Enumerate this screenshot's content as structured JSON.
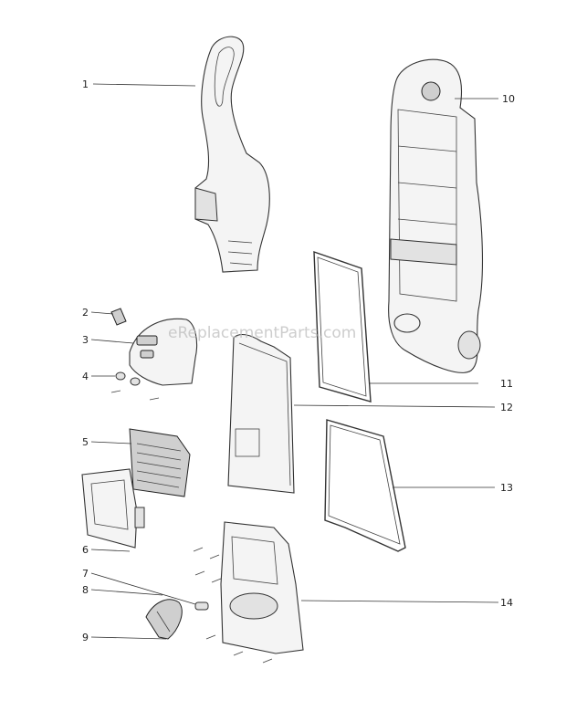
{
  "diagram": {
    "watermark": "eReplacementParts.com",
    "callouts": [
      {
        "id": "c1",
        "label": "1"
      },
      {
        "id": "c2",
        "label": "2"
      },
      {
        "id": "c3",
        "label": "3"
      },
      {
        "id": "c4",
        "label": "4"
      },
      {
        "id": "c5",
        "label": "5"
      },
      {
        "id": "c6",
        "label": "6"
      },
      {
        "id": "c7",
        "label": "7"
      },
      {
        "id": "c8",
        "label": "8"
      },
      {
        "id": "c9",
        "label": "9"
      },
      {
        "id": "c10",
        "label": "10"
      },
      {
        "id": "c11",
        "label": "11"
      },
      {
        "id": "c12",
        "label": "12"
      },
      {
        "id": "c13",
        "label": "13"
      },
      {
        "id": "c14",
        "label": "14"
      }
    ]
  }
}
